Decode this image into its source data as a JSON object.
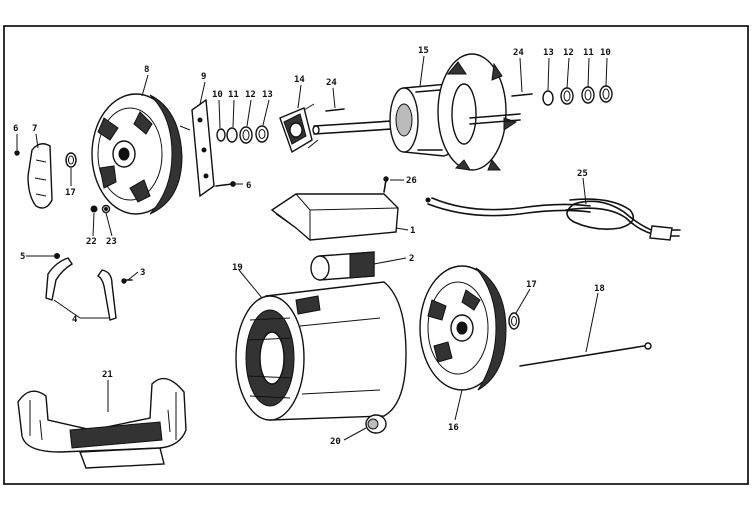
{
  "diagram": {
    "callouts": [
      {
        "id": "c1",
        "text": "1"
      },
      {
        "id": "c2",
        "text": "2"
      },
      {
        "id": "c3",
        "text": "3"
      },
      {
        "id": "c4",
        "text": "4"
      },
      {
        "id": "c5",
        "text": "5"
      },
      {
        "id": "c6a",
        "text": "6"
      },
      {
        "id": "c6b",
        "text": "6"
      },
      {
        "id": "c7",
        "text": "7"
      },
      {
        "id": "c8",
        "text": "8"
      },
      {
        "id": "c9",
        "text": "9"
      },
      {
        "id": "c10a",
        "text": "10"
      },
      {
        "id": "c10b",
        "text": "10"
      },
      {
        "id": "c11a",
        "text": "11"
      },
      {
        "id": "c11b",
        "text": "11"
      },
      {
        "id": "c12a",
        "text": "12"
      },
      {
        "id": "c12b",
        "text": "12"
      },
      {
        "id": "c13a",
        "text": "13"
      },
      {
        "id": "c13b",
        "text": "13"
      },
      {
        "id": "c14",
        "text": "14"
      },
      {
        "id": "c15",
        "text": "15"
      },
      {
        "id": "c16",
        "text": "16"
      },
      {
        "id": "c17a",
        "text": "17"
      },
      {
        "id": "c17b",
        "text": "17"
      },
      {
        "id": "c18",
        "text": "18"
      },
      {
        "id": "c19",
        "text": "19"
      },
      {
        "id": "c20",
        "text": "20"
      },
      {
        "id": "c21",
        "text": "21"
      },
      {
        "id": "c22",
        "text": "22"
      },
      {
        "id": "c23",
        "text": "23"
      },
      {
        "id": "c24a",
        "text": "24"
      },
      {
        "id": "c24b",
        "text": "24"
      },
      {
        "id": "c25",
        "text": "25"
      },
      {
        "id": "c26",
        "text": "26"
      }
    ]
  }
}
